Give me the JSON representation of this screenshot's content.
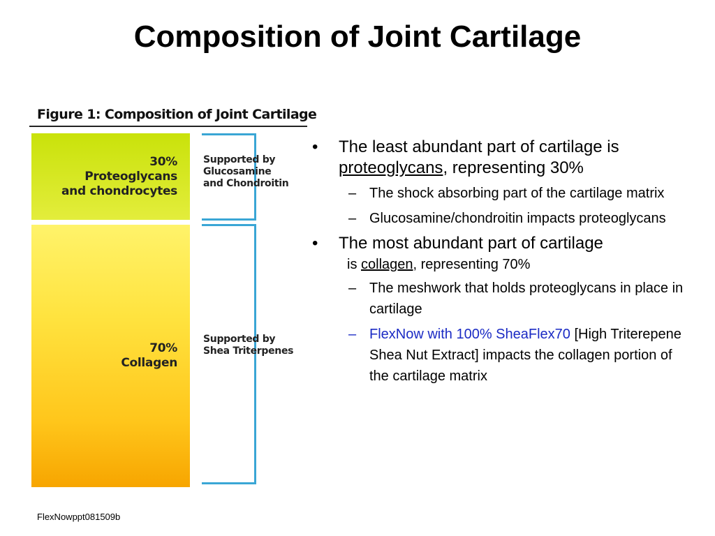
{
  "slide": {
    "title": "Composition of Joint Cartilage",
    "footer": "FlexNowppt081509b"
  },
  "figure": {
    "title": "Figure 1: Composition of Joint Cartilage",
    "top_block": {
      "percent_label": "30%",
      "line1": "Proteoglycans",
      "line2": "and chondrocytes",
      "share": 30,
      "color": "#c9e20a",
      "bracket_label": [
        "Supported by",
        "Glucosamine",
        "and Chondroitin"
      ]
    },
    "bottom_block": {
      "percent_label": "70%",
      "line1": "Collagen",
      "share": 70,
      "color": "#ffc61b",
      "bracket_label": [
        "Supported by",
        "Shea Triterpenes"
      ]
    },
    "bracket_color": "#3aa6d5"
  },
  "bullets": {
    "marker_bullet": "•",
    "marker_dash": "–",
    "item1": {
      "pre": "The least abundant part of cartilage is ",
      "term": "proteoglycans",
      "post": ", representing 30%",
      "sub": [
        "The shock absorbing part of the cartilage matrix",
        "Glucosamine/chondroitin impacts proteoglycans"
      ]
    },
    "item2": {
      "text": "The most abundant part of cartilage",
      "cont_pre": "is ",
      "term": "collagen",
      "cont_post": ", representing 70%",
      "sub1": "The meshwork that holds proteoglycans in place in cartilage",
      "sub2_brand": "FlexNow with 100% SheaFlex70",
      "sub2_rest": " [High Triterepene Shea Nut Extract] impacts the collagen portion of the cartilage matrix"
    },
    "brand_color": "#1b2bc4"
  }
}
